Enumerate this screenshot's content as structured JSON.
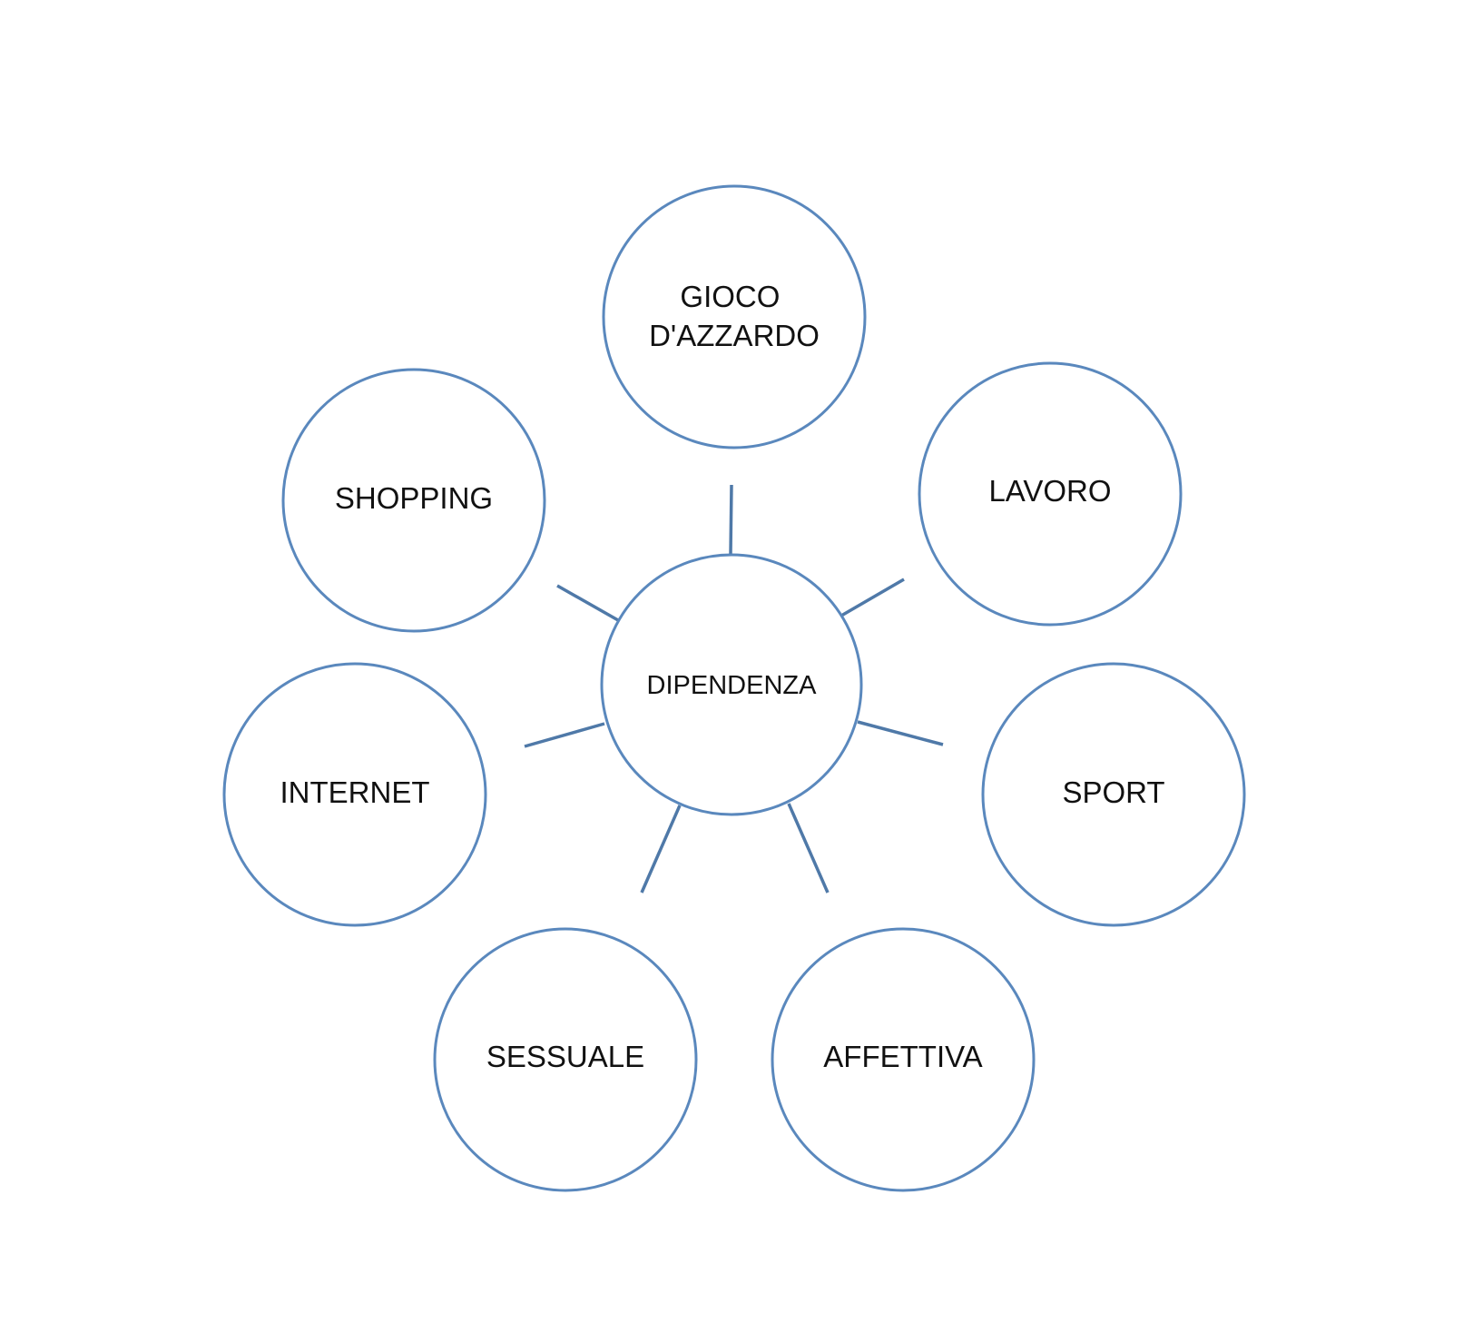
{
  "center": {
    "label": "DIPENDENZA"
  },
  "nodes": [
    {
      "id": "gioco-dazzardo",
      "lines": [
        "GIOCO",
        "D'AZZARDO"
      ]
    },
    {
      "id": "lavoro",
      "lines": [
        "LAVORO"
      ]
    },
    {
      "id": "sport",
      "lines": [
        "SPORT"
      ]
    },
    {
      "id": "affettiva",
      "lines": [
        "AFFETTIVA"
      ]
    },
    {
      "id": "sessuale",
      "lines": [
        "SESSUALE"
      ]
    },
    {
      "id": "internet",
      "lines": [
        "INTERNET"
      ]
    },
    {
      "id": "shopping",
      "lines": [
        "SHOPPING"
      ]
    }
  ],
  "colors": {
    "circle_stroke": "#5a88bd",
    "spoke_stroke": "#4f79a8",
    "text": "#111111",
    "background": "#ffffff"
  }
}
